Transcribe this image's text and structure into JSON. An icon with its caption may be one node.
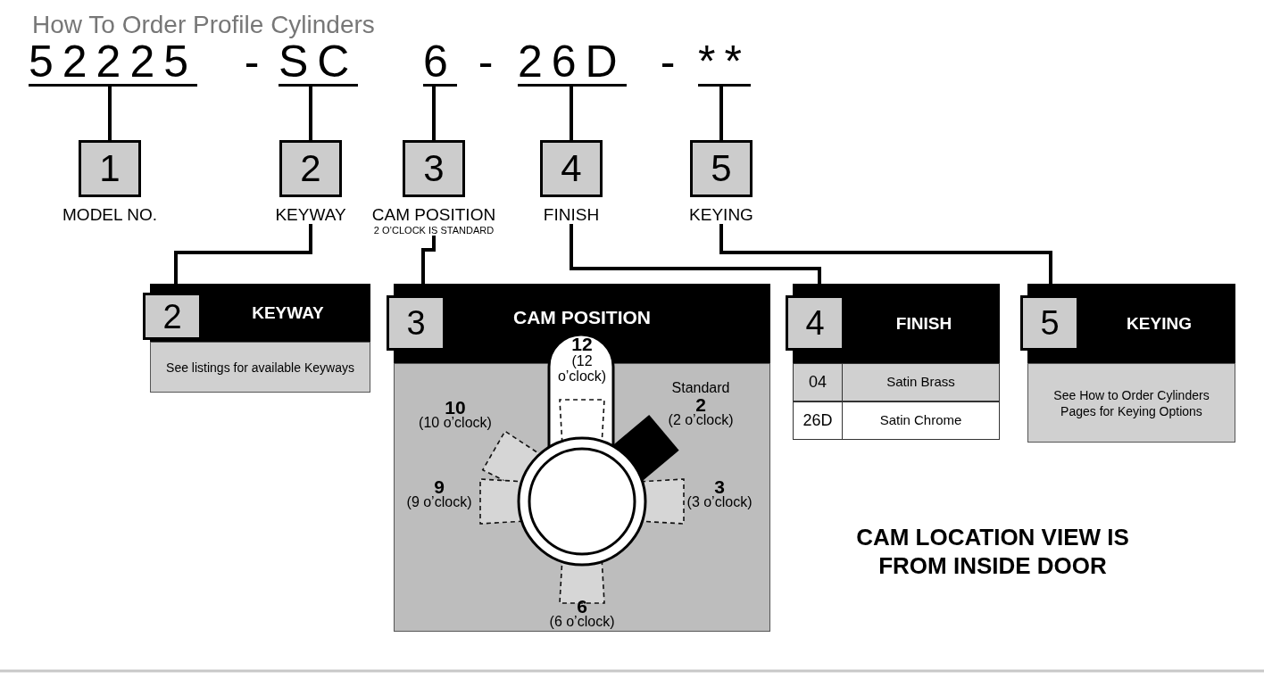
{
  "diagram": {
    "title": "How To Order Profile Cylinders",
    "nodes": [
      {
        "text": [
          "52225"
        ]
      },
      {
        "text": [
          "SC"
        ]
      },
      {
        "text": [
          "6"
        ]
      },
      {
        "text": [
          "26D"
        ]
      },
      {
        "text": [
          "**"
        ]
      },
      {
        "text": [
          "1",
          "MODEL NO."
        ]
      },
      {
        "text": [
          "2",
          "KEYWAY"
        ]
      },
      {
        "text": [
          "3",
          "CAM POSITION",
          "2 O’CLOCK IS STANDARD"
        ]
      },
      {
        "text": [
          "4",
          "FINISH"
        ]
      },
      {
        "text": [
          "5",
          "KEYING"
        ]
      },
      {
        "text": [
          "2",
          "KEYWAY",
          "See listings for available Keyways"
        ]
      },
      {
        "text": [
          "3",
          "CAM POSITION"
        ]
      },
      {
        "text": [
          "4",
          "FINISH",
          "04",
          "Satin Brass",
          "26D",
          "Satin Chrome"
        ]
      },
      {
        "text": [
          "5",
          "KEYING",
          "See How to Order Cylinders Pages for Keying Options"
        ]
      }
    ],
    "edges": [
      {
        "from": 0,
        "to": 5,
        "arrow": "none"
      },
      {
        "from": 1,
        "to": 6,
        "arrow": "none"
      },
      {
        "from": 2,
        "to": 7,
        "arrow": "none"
      },
      {
        "from": 3,
        "to": 8,
        "arrow": "none"
      },
      {
        "from": 4,
        "to": 9,
        "arrow": "none"
      },
      {
        "from": 6,
        "to": 10,
        "arrow": "none"
      },
      {
        "from": 7,
        "to": 11,
        "arrow": "none"
      },
      {
        "from": 8,
        "to": 12,
        "arrow": "none"
      },
      {
        "from": 9,
        "to": 13,
        "arrow": "none"
      }
    ],
    "labels": [
      "-",
      "-",
      "-",
      "12",
      "(12 o’clock)",
      "Standard",
      "2",
      "(2 o’clock)",
      "10",
      "(10 o’clock)",
      "9",
      "(9 o’clock)",
      "3",
      "(3 o’clock)",
      "6",
      "(6 o’clock)",
      "CAM LOCATION VIEW IS FROM INSIDE DOOR"
    ]
  }
}
